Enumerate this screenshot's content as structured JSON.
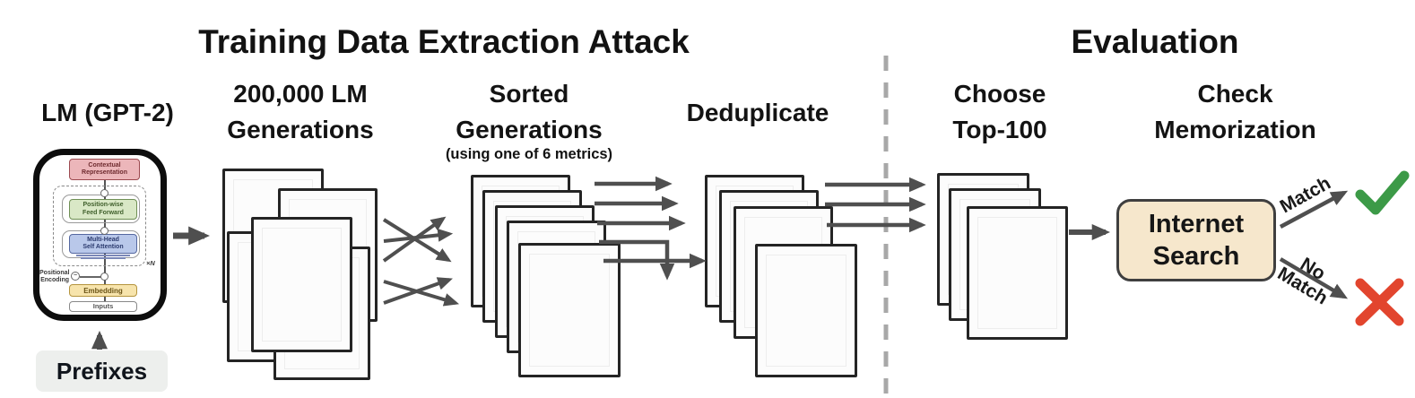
{
  "titles": {
    "attack": "Training Data Extraction Attack",
    "evaluation": "Evaluation"
  },
  "labels": {
    "lm": "LM (GPT-2)",
    "generations_line1": "200,000 LM",
    "generations_line2": "Generations",
    "sorted_line1": "Sorted",
    "sorted_line2": "Generations",
    "sorted_note": "(using one of 6 metrics)",
    "dedup": "Deduplicate",
    "choose_line1": "Choose",
    "choose_line2": "Top-100",
    "check_line1": "Check",
    "check_line2": "Memorization"
  },
  "lm_diagram": {
    "contextual_line1": "Contextual",
    "contextual_line2": "Representation",
    "ff_line1": "Position-wise",
    "ff_line2": "Feed Forward",
    "attn_line1": "Multi-Head",
    "attn_line2": "Self Attention",
    "embedding": "Embedding",
    "inputs": "Inputs",
    "positional_line1": "Positional",
    "positional_line2": "Encoding",
    "positional_symbol": "~",
    "repeat": "×N"
  },
  "prefixes": "Prefixes",
  "internet_search": {
    "line1": "Internet",
    "line2": "Search"
  },
  "outcomes": {
    "match": "Match",
    "no_match_line1": "No",
    "no_match_line2": "Match"
  },
  "colors": {
    "arrow_gray": "#4f4f4f",
    "divider_gray": "#a8a8a8",
    "success_green": "#3c9a47",
    "error_red": "#e2452e",
    "search_box_bg": "#f6e7cc",
    "prefix_box_bg": "#edefed"
  }
}
